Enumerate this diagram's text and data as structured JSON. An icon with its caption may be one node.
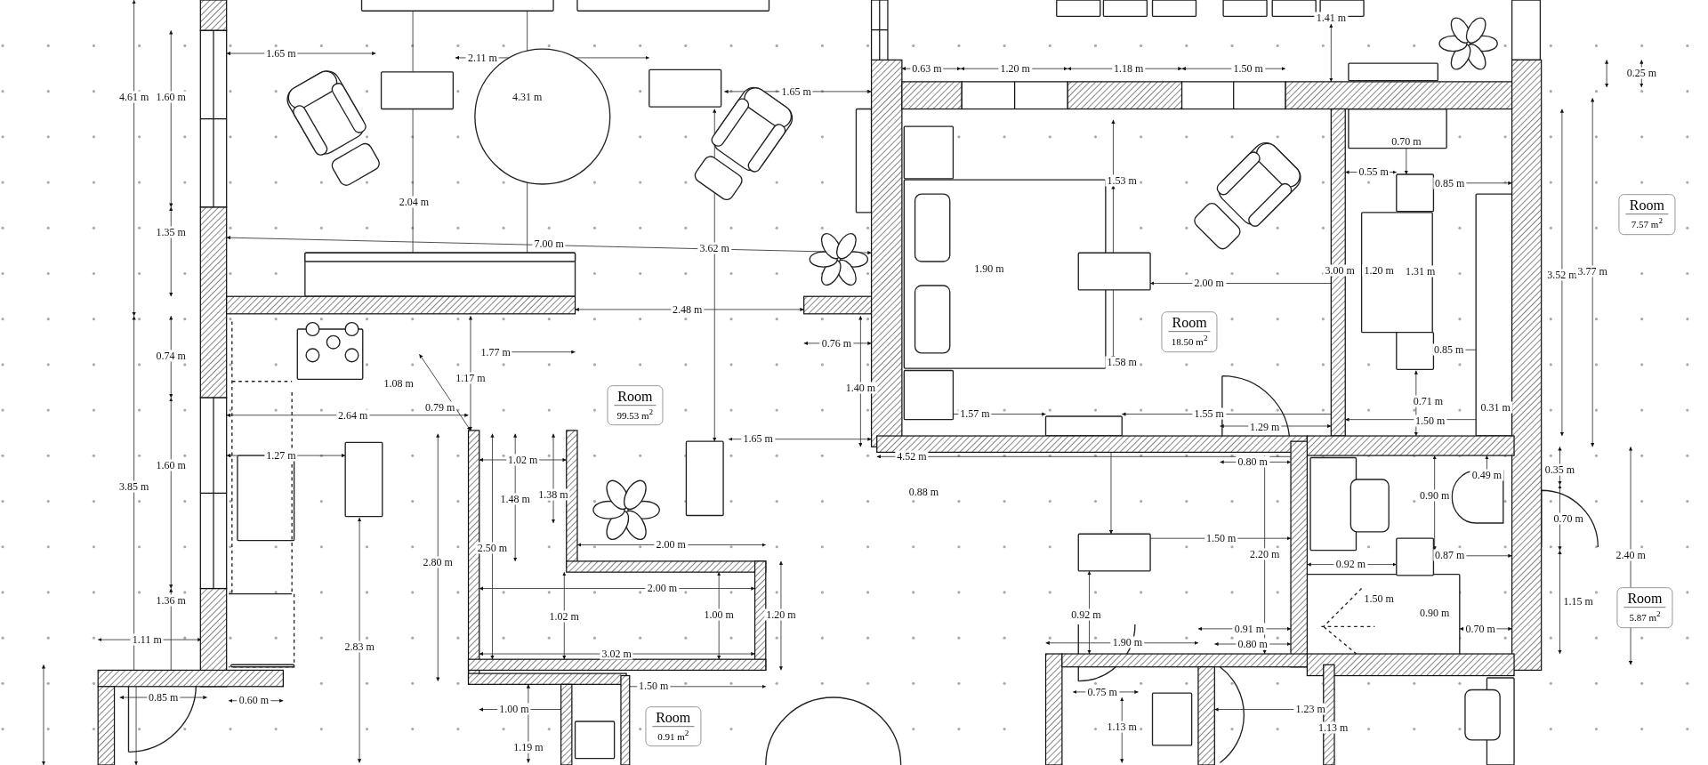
{
  "diagram": {
    "nodes": [
      {
        "text": [
          "Room",
          "7.57 m$^{2}$"
        ]
      },
      {
        "text": [
          "Room",
          "18.50 m$^{2}$"
        ]
      },
      {
        "text": [
          "Room",
          "99.53 m$^{2}$"
        ]
      },
      {
        "text": [
          "Room",
          "5.87 m$^{2}$"
        ]
      },
      {
        "text": [
          "Room",
          "0.91 m$^{2}$"
        ]
      }
    ],
    "labels": [
      "1.41 m",
      "1.65 m",
      "2.11 m",
      "0.63 m",
      "1.20 m",
      "1.18 m",
      "1.50 m",
      "0.25 m",
      "1.65 m",
      "4.61 m",
      "1.60 m",
      "4.31 m",
      "0.70 m",
      "0.55 m",
      "1.53 m",
      "0.85 m",
      "2.04 m",
      "1.35 m",
      "7.00 m",
      "3.62 m",
      "1.90 m",
      "3.00 m",
      "1.20 m",
      "1.31 m",
      "3.52 m",
      "3.77 m",
      "2.00 m",
      "2.48 m",
      "0.76 m",
      "1.77 m",
      "0.85 m",
      "0.74 m",
      "1.58 m",
      "1.17 m",
      "1.08 m",
      "1.40 m",
      "0.71 m",
      "0.79 m",
      "0.31 m",
      "1.57 m",
      "1.55 m",
      "2.64 m",
      "1.50 m",
      "1.29 m",
      "1.65 m",
      "1.27 m",
      "4.52 m",
      "0.80 m",
      "1.02 m",
      "1.60 m",
      "0.35 m",
      "0.49 m",
      "3.85 m",
      "0.88 m",
      "0.90 m",
      "1.48 m",
      "1.38 m",
      "0.70 m",
      "1.50 m",
      "2.00 m",
      "2.50 m",
      "2.20 m",
      "0.87 m",
      "2.40 m",
      "2.80 m",
      "0.92 m",
      "2.00 m",
      "1.50 m",
      "1.15 m",
      "1.36 m",
      "0.90 m",
      "0.92 m",
      "1.00 m",
      "1.20 m",
      "1.02 m",
      "0.70 m",
      "0.91 m",
      "1.11 m",
      "1.90 m",
      "0.80 m",
      "2.83 m",
      "3.02 m",
      "1.50 m",
      "0.75 m",
      "0.85 m",
      "0.60 m",
      "1.00 m",
      "1.23 m",
      "1.13 m",
      "1.13 m",
      "1.19 m"
    ]
  }
}
